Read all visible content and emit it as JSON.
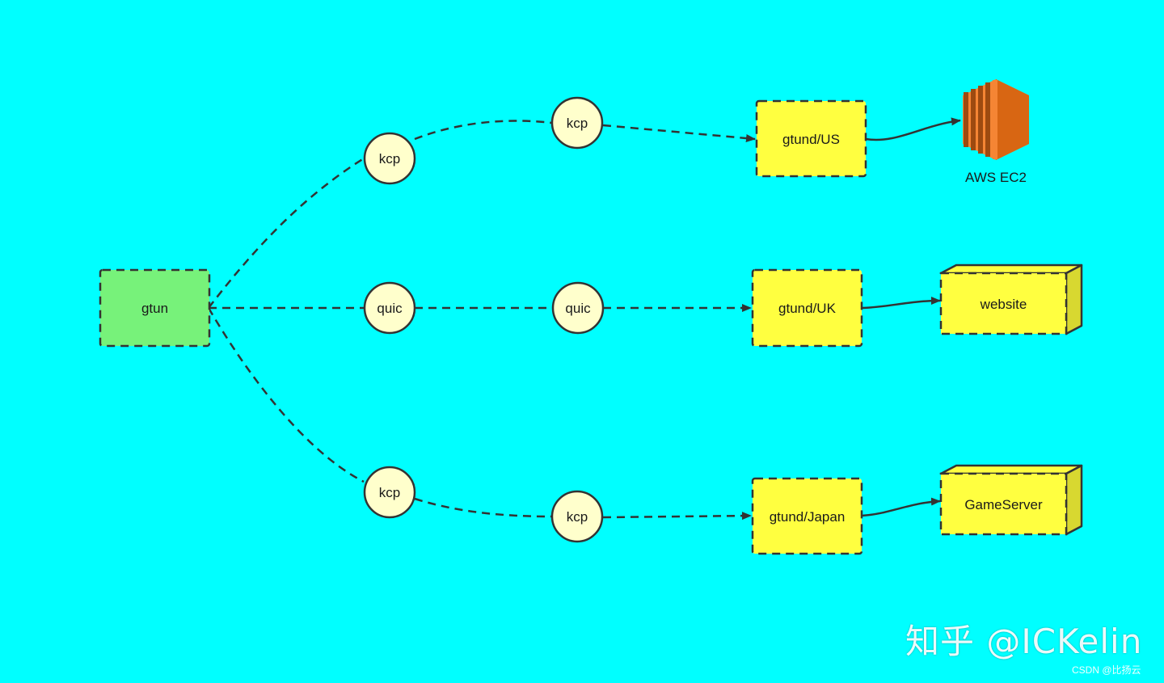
{
  "nodes": {
    "source": "gtun",
    "us_path": {
      "hop1": "kcp",
      "hop2": "kcp",
      "server": "gtund/US",
      "target": "AWS EC2"
    },
    "uk_path": {
      "hop1": "quic",
      "hop2": "quic",
      "server": "gtund/UK",
      "target": "website"
    },
    "japan_path": {
      "hop1": "kcp",
      "hop2": "kcp",
      "server": "gtund/Japan",
      "target": "GameServer"
    }
  },
  "watermark": {
    "main": "知乎 @ICKelin",
    "sub": "CSDN @比扬云"
  },
  "colors": {
    "background": "#00FFFF",
    "source_fill": "#77F27A",
    "server_fill": "#FFFF40",
    "hop_fill": "#FFFFCC",
    "target_fill": "#FFFF40",
    "ec2_orange": "#F58534",
    "edge": "#333333"
  },
  "icons": {
    "aws": "aws-ec2-icon"
  }
}
